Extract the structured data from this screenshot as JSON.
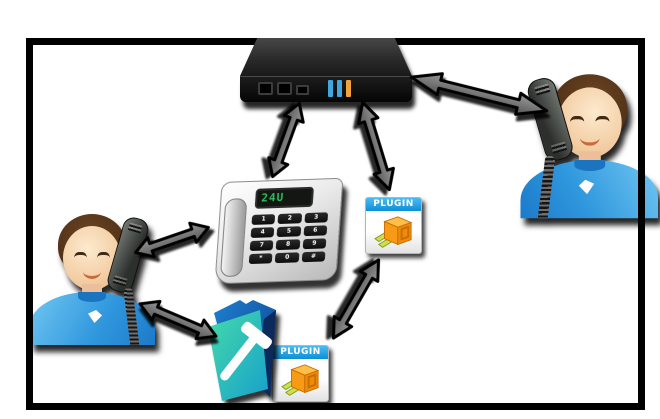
{
  "diagram": {
    "type": "integration-architecture",
    "nodes": {
      "gateway": {
        "name": "VoIP gateway / PBX appliance",
        "led_colors": [
          "#3fa6e0",
          "#3fa6e0",
          "#f2a23a"
        ]
      },
      "desk_phone": {
        "name": "Desk phone",
        "display_text": "24U",
        "display_color": "#2fbf5f",
        "keys": [
          "1",
          "2",
          "3",
          "4",
          "5",
          "6",
          "7",
          "8",
          "9",
          "*",
          "0",
          "#"
        ]
      },
      "plugin": {
        "name": "Plugin file icon",
        "label": "PLUGIN",
        "band_color": "#1499e3",
        "plug_color": "#f1930f"
      },
      "plugin_behind_filemaker": {
        "name": "Plugin file icon behind FileMaker folder",
        "label": "PLUGIN"
      },
      "filemaker": {
        "name": "FileMaker folder icon"
      },
      "caller_left": {
        "name": "Caller holding phone (left)"
      },
      "caller_right": {
        "name": "Caller holding phone (right)"
      }
    },
    "edges": [
      {
        "from": "gateway",
        "to": "caller_right",
        "bidirectional": true
      },
      {
        "from": "gateway",
        "to": "desk_phone",
        "bidirectional": true
      },
      {
        "from": "gateway",
        "to": "plugin",
        "bidirectional": true
      },
      {
        "from": "plugin",
        "to": "filemaker",
        "bidirectional": true
      },
      {
        "from": "desk_phone",
        "to": "caller_left",
        "bidirectional": true
      },
      {
        "from": "filemaker",
        "to": "caller_left",
        "bidirectional": true
      }
    ],
    "arrow_color": "#757575",
    "frame_color": "#000000",
    "shirt_color": "#2f97dd"
  }
}
